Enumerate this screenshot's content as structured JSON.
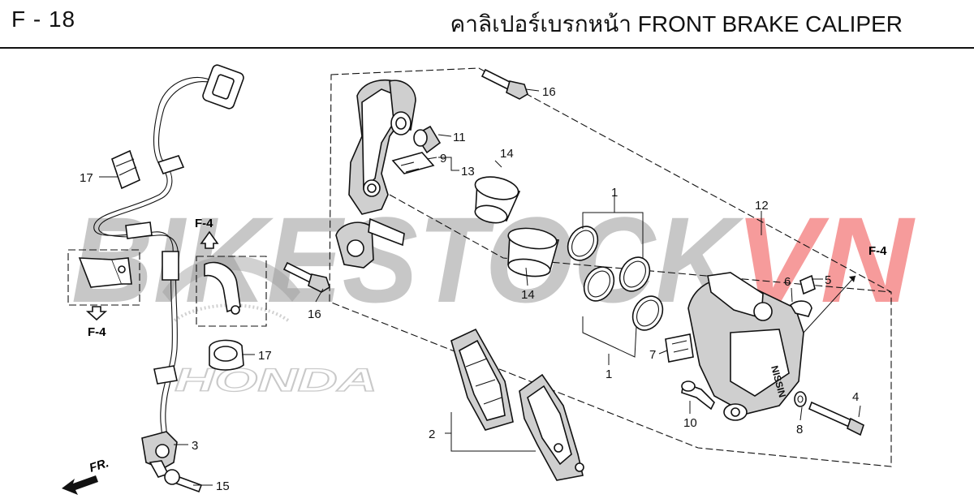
{
  "header": {
    "page_code": "F - 18",
    "title": "คาลิเปอร์เบรกหน้า  FRONT BRAKE CALIPER"
  },
  "watermark": {
    "text_a": "BIKESTOCK",
    "text_b": "VN",
    "color_a": "#9a9a9a",
    "color_b": "#ef4b4b",
    "logo_text": "HONDA"
  },
  "callouts": {
    "c1a": "1",
    "c1b": "1",
    "c2": "2",
    "c3": "3",
    "c4": "4",
    "c5": "5",
    "c6": "6",
    "c7": "7",
    "c8": "8",
    "c9": "9",
    "c10": "10",
    "c11": "11",
    "c12": "12",
    "c13": "13",
    "c14a": "14",
    "c14b": "14",
    "c15": "15",
    "c16a": "16",
    "c16b": "16",
    "c17a": "17",
    "c17b": "17"
  },
  "refs": {
    "f4_top": "F-4",
    "f4_bottom": "F-4",
    "f4_right": "F-4"
  },
  "direction": {
    "label": "FR."
  }
}
